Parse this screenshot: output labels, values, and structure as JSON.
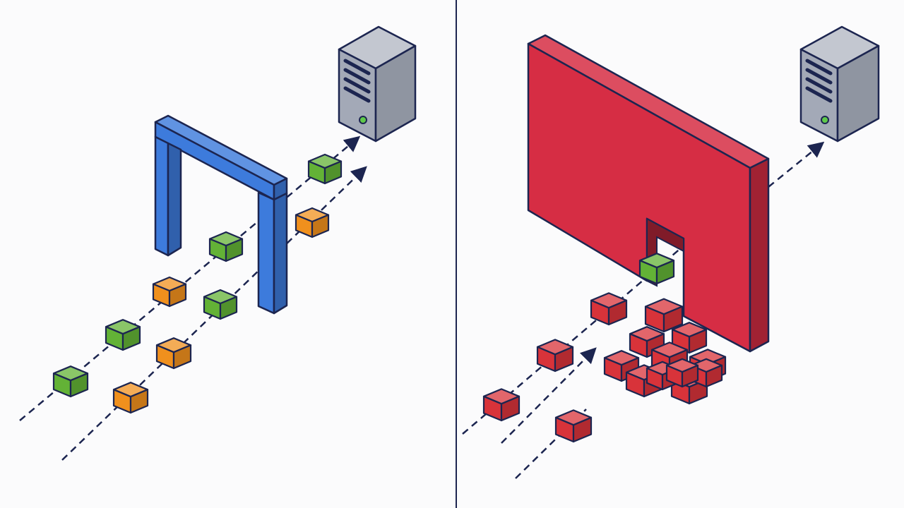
{
  "colors": {
    "background": "#fbfbfc",
    "outline": "#1c2550",
    "divider": "#1c2550",
    "gate_blue": "#3d7bdc",
    "wall_red": "#d62d44",
    "cube_green": "#63b236",
    "cube_orange": "#f0901d",
    "cube_red": "#d8333a",
    "server_gray": "#a3a9b7",
    "server_led": "#5fc94a"
  },
  "panels": [
    {
      "name": "open-gate",
      "gate_icon": "arch-gate",
      "server_icon": "server-tower-icon",
      "cube_counts": {
        "green": 5,
        "orange": 4
      }
    },
    {
      "name": "blocking-wall",
      "wall_icon": "wall-with-small-opening",
      "server_icon": "server-tower-icon",
      "cube_counts": {
        "green": 1,
        "red": 15
      }
    }
  ]
}
